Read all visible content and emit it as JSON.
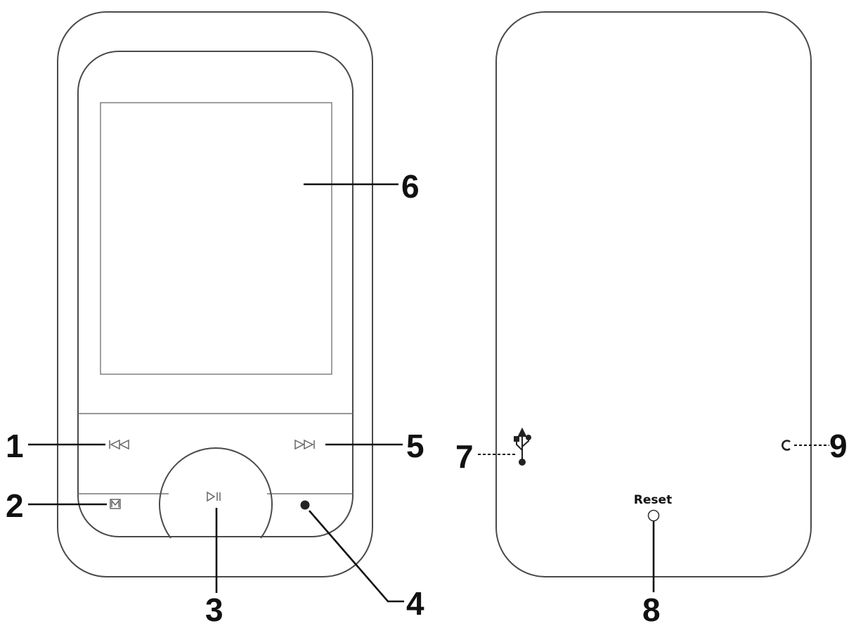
{
  "callouts": {
    "c1": "1",
    "c2": "2",
    "c3": "3",
    "c4": "4",
    "c5": "5",
    "c6": "6",
    "c7": "7",
    "c8": "8",
    "c9": "9"
  },
  "back": {
    "reset_label": "Reset"
  },
  "icons": {
    "prev": "previous-track-icon",
    "next": "next-track-icon",
    "menu": "menu-m-icon",
    "play": "play-pause-icon",
    "rec": "record-dot-icon",
    "usb": "usb-icon",
    "headphone": "headphone-jack-icon"
  },
  "colors": {
    "outline": "#4a4a4a",
    "leader": "#111111",
    "background": "#ffffff"
  }
}
